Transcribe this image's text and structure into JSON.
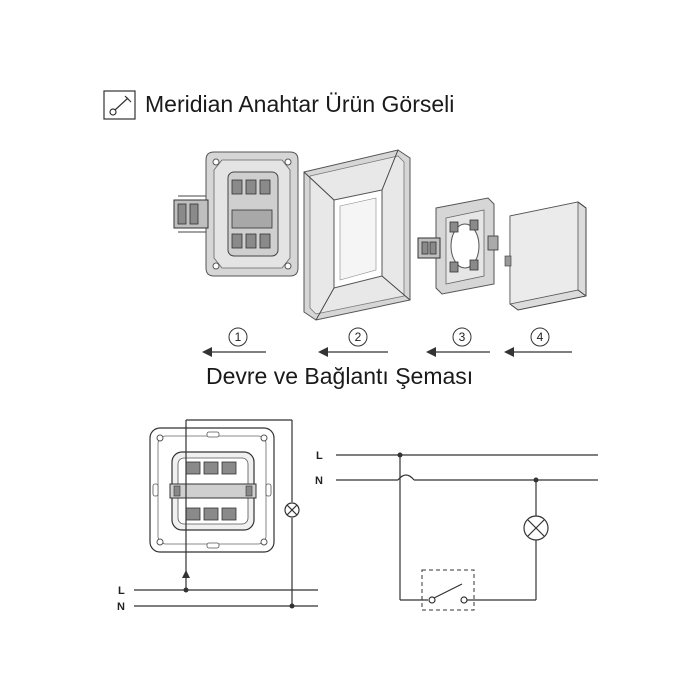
{
  "title": "Meridian Anahtar Ürün Görseli",
  "subtitle": "Devre ve Bağlantı Şeması",
  "title_icon": "switch-symbol-icon",
  "steps": [
    {
      "number": "1"
    },
    {
      "number": "2"
    },
    {
      "number": "3"
    },
    {
      "number": "4"
    }
  ],
  "wiring_left": {
    "line_label": "L",
    "neutral_label": "N"
  },
  "wiring_right": {
    "line_label": "L",
    "neutral_label": "N"
  }
}
